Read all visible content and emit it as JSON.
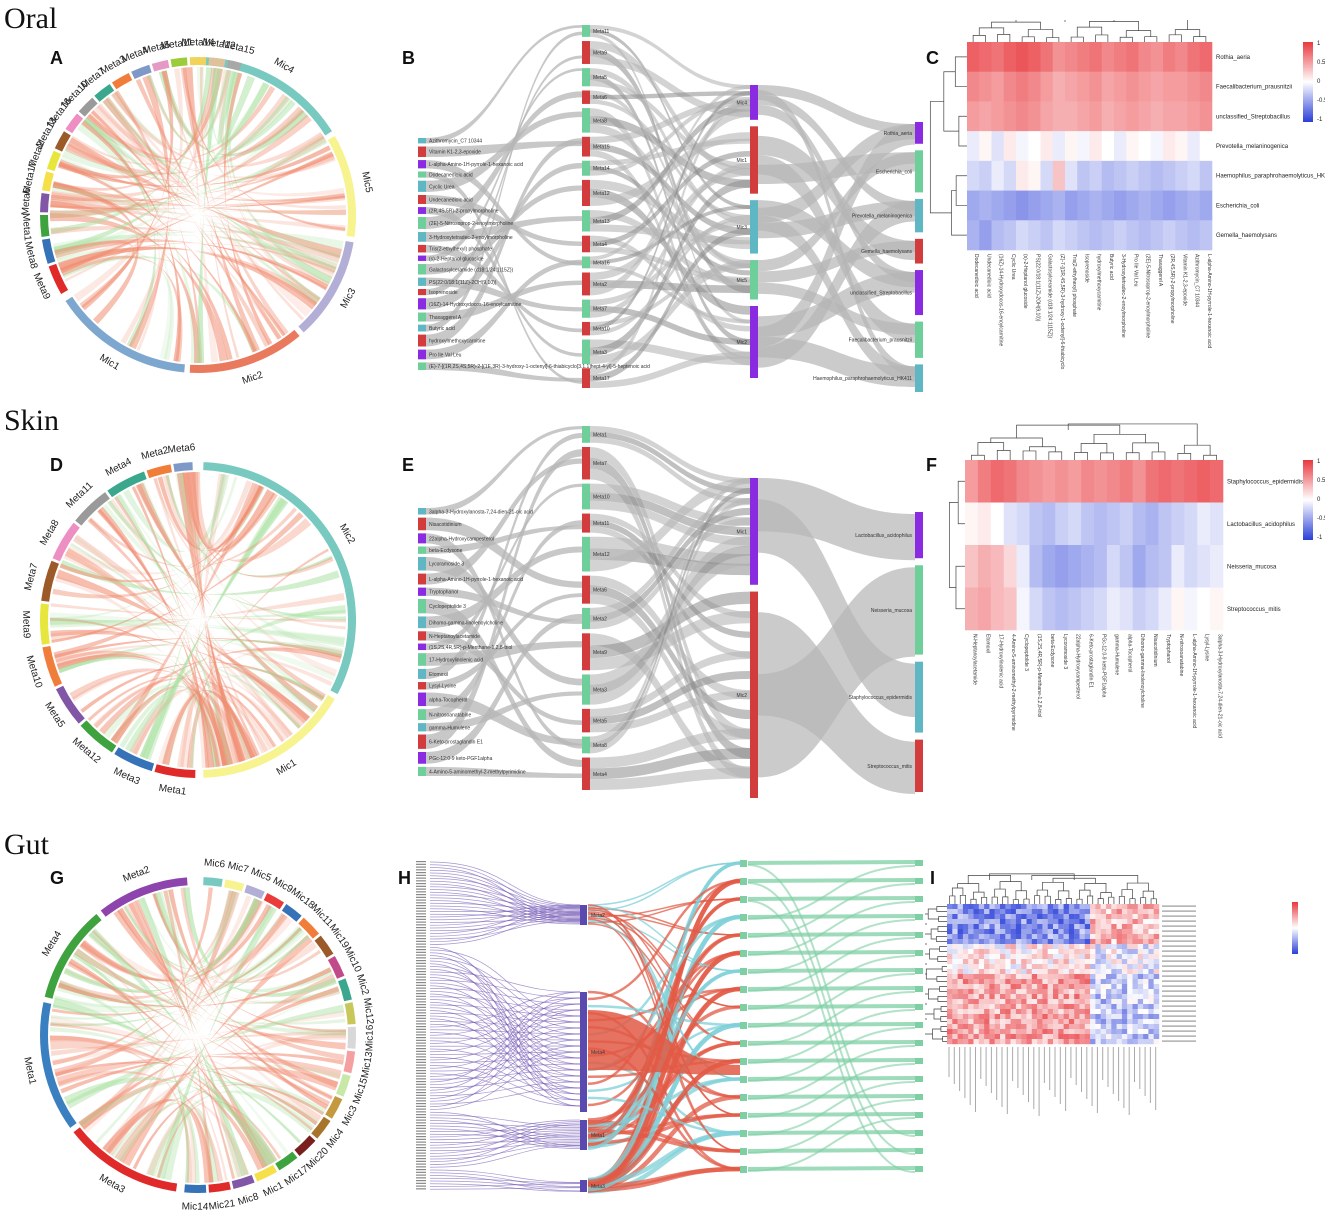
{
  "sections": {
    "oral": "Oral",
    "skin": "Skin",
    "gut": "Gut"
  },
  "panel_letters": [
    "A",
    "B",
    "C",
    "D",
    "E",
    "F",
    "G",
    "H",
    "I"
  ],
  "colors": {
    "link_positive": "#f08a6e",
    "link_negative": "#a8e0a0",
    "sankey_gray": "#b5b5b5",
    "heat_high": "#e8383d",
    "heat_low": "#2a3fd8",
    "node_teal": "#5fb7c4",
    "node_green": "#6fcf9a",
    "node_purple": "#8a2be2",
    "node_red": "#d33c3c"
  },
  "chord_A": {
    "segments": [
      {
        "label": "Mic4",
        "color": "#78c9bf",
        "start": 2,
        "end": 58
      },
      {
        "label": "Mic5",
        "color": "#f7f38e",
        "start": 60,
        "end": 98
      },
      {
        "label": "Mic3",
        "color": "#b3aed6",
        "start": 100,
        "end": 138
      },
      {
        "label": "Mic2",
        "color": "#ea7a5e",
        "start": 140,
        "end": 183
      },
      {
        "label": "Mic1",
        "color": "#7ea7cf",
        "start": 185,
        "end": 237
      },
      {
        "label": "Meta9",
        "color": "#e02a2a",
        "start": 240,
        "end": 251
      },
      {
        "label": "Meta8",
        "color": "#3672b8",
        "start": 252,
        "end": 261
      },
      {
        "label": "Meta1",
        "color": "#3ea23e",
        "start": 262,
        "end": 270
      },
      {
        "label": "Meta6",
        "color": "#8156a6",
        "start": 271,
        "end": 278
      },
      {
        "label": "Meta17",
        "color": "#f6e04a",
        "start": 279,
        "end": 286
      },
      {
        "label": "Meta2",
        "color": "#e6e63c",
        "start": 287,
        "end": 294
      },
      {
        "label": "Meta13",
        "color": "#9c5a28",
        "start": 295,
        "end": 302
      },
      {
        "label": "Meta16",
        "color": "#ee8fc3",
        "start": 303,
        "end": 310
      },
      {
        "label": "Meta10",
        "color": "#9a9a9a",
        "start": 311,
        "end": 318
      },
      {
        "label": "Meta7",
        "color": "#3ba88d",
        "start": 319,
        "end": 326
      },
      {
        "label": "Meta3",
        "color": "#f07e3a",
        "start": 327,
        "end": 334
      },
      {
        "label": "Meta4",
        "color": "#7e98c8",
        "start": 335,
        "end": 342
      },
      {
        "label": "Meta5",
        "color": "#e49ac4",
        "start": 343,
        "end": 349
      },
      {
        "label": "Meta11",
        "color": "#9ccc3c",
        "start": 350,
        "end": 356
      },
      {
        "label": "Meta14",
        "color": "#f2d35a",
        "start": 357,
        "end": 363
      },
      {
        "label": "Meta12",
        "color": "#dfc29a",
        "start": 364,
        "end": 370
      },
      {
        "label": "Meta15",
        "color": "#a8a8a8",
        "start": 371,
        "end": 376
      }
    ]
  },
  "chord_D": {
    "segments": [
      {
        "label": "Mic2",
        "color": "#78c9bf",
        "start": 2,
        "end": 118
      },
      {
        "label": "Mic1",
        "color": "#f7f38e",
        "start": 120,
        "end": 178
      },
      {
        "label": "Meta1",
        "color": "#e02a2a",
        "start": 181,
        "end": 196
      },
      {
        "label": "Meta3",
        "color": "#3672b8",
        "start": 197,
        "end": 212
      },
      {
        "label": "Meta12",
        "color": "#3ea23e",
        "start": 213,
        "end": 228
      },
      {
        "label": "Meta5",
        "color": "#8156a6",
        "start": 229,
        "end": 244
      },
      {
        "label": "Meta10",
        "color": "#f07e3a",
        "start": 245,
        "end": 260
      },
      {
        "label": "Meta9",
        "color": "#e6e63c",
        "start": 261,
        "end": 276
      },
      {
        "label": "Meta7",
        "color": "#9c5a28",
        "start": 277,
        "end": 292
      },
      {
        "label": "Meta8",
        "color": "#ee8fc3",
        "start": 293,
        "end": 308
      },
      {
        "label": "Meta11",
        "color": "#9a9a9a",
        "start": 309,
        "end": 324
      },
      {
        "label": "Meta4",
        "color": "#3ba88d",
        "start": 325,
        "end": 340
      },
      {
        "label": "Meta2",
        "color": "#f07e3a",
        "start": 341,
        "end": 350
      },
      {
        "label": "Meta6",
        "color": "#7e98c8",
        "start": 351,
        "end": 358
      }
    ]
  },
  "chord_G": {
    "segments": [
      {
        "label": "Mic6",
        "color": "#78c9bf",
        "start": 2,
        "end": 9
      },
      {
        "label": "Mic7",
        "color": "#f7f38e",
        "start": 10,
        "end": 17
      },
      {
        "label": "Mic5",
        "color": "#b3aed6",
        "start": 18,
        "end": 25
      },
      {
        "label": "Mic9",
        "color": "#ea3a3a",
        "start": 26,
        "end": 33
      },
      {
        "label": "Mic18",
        "color": "#3672b8",
        "start": 34,
        "end": 41
      },
      {
        "label": "Mic11",
        "color": "#f07e3a",
        "start": 42,
        "end": 50
      },
      {
        "label": "Mic19",
        "color": "#9c5a28",
        "start": 51,
        "end": 59
      },
      {
        "label": "Mic10",
        "color": "#c04a8a",
        "start": 60,
        "end": 68
      },
      {
        "label": "Mic2",
        "color": "#3ba88d",
        "start": 69,
        "end": 77
      },
      {
        "label": "Mic12",
        "color": "#c8c85a",
        "start": 78,
        "end": 86
      },
      {
        "label": "Mic16",
        "color": "#d8d8d8",
        "start": 87,
        "end": 95
      },
      {
        "label": "Mic13",
        "color": "#f4a0a0",
        "start": 96,
        "end": 104
      },
      {
        "label": "Mic15",
        "color": "#c8e8a8",
        "start": 105,
        "end": 113
      },
      {
        "label": "Mic3",
        "color": "#c49a40",
        "start": 114,
        "end": 122
      },
      {
        "label": "Mic4",
        "color": "#a8742c",
        "start": 123,
        "end": 131
      },
      {
        "label": "Mic20",
        "color": "#7a1e1e",
        "start": 132,
        "end": 140
      },
      {
        "label": "Mic17",
        "color": "#3ea23e",
        "start": 141,
        "end": 149
      },
      {
        "label": "Mic1",
        "color": "#f6e04a",
        "start": 150,
        "end": 158
      },
      {
        "label": "Mic8",
        "color": "#8156a6",
        "start": 159,
        "end": 167
      },
      {
        "label": "Mic21",
        "color": "#e02a2a",
        "start": 168,
        "end": 176
      },
      {
        "label": "Mic14",
        "color": "#3672b8",
        "start": 177,
        "end": 185
      },
      {
        "label": "Meta3",
        "color": "#e02a2a",
        "start": 188,
        "end": 232
      },
      {
        "label": "Meta1",
        "color": "#3a80c0",
        "start": 234,
        "end": 282
      },
      {
        "label": "Meta4",
        "color": "#3ea23e",
        "start": 284,
        "end": 320
      },
      {
        "label": "Meta2",
        "color": "#8e44ad",
        "start": 322,
        "end": 356
      }
    ]
  },
  "sankey_B": {
    "left_labels": [
      "Azithromycin_C7 10344",
      "Vitamin K1-2,3-epoxide",
      "L-alpha-Amino-1H-pyrrole-1-hexanoic acid",
      "Dodecanedioic acid",
      "Cyclic Urea",
      "Undecanedioic acid",
      "(2R,4S,5R)-2-propylmorpholine",
      "(2E)-5-Nitrosoprop-2-enoylmorpholine",
      "3-Hydroxytetradec-2-enoylmorpholine",
      "Tris(2-ethylhexyl) phosphate",
      "(s)-2-Heptanol glucoside",
      "Galactosylceramide (d18:1/24:1(15Z))",
      "PS(22:0/18:1(11Z)-2OH(9,10))",
      "Isoprenoside",
      "(16Z)-14-Hydroxydocos-16-enoylcarnitine",
      "Thaxaggerel A",
      "Butyric acid",
      "hydroxylmethoxycarnitine",
      "Pro Ile Val Leu",
      "(E)-7-[(1R,2S,4S,5R)-2-[(1E,3R)-3-hydroxy-1-octenyl]-6-thiabicyclo[3.1.1]hept-4-yl]-5-heptenoic acid"
    ],
    "mid_labels": [
      "Meta11",
      "Meta9",
      "Meta5",
      "Meta6",
      "Meta8",
      "Meta15",
      "Meta14",
      "Meta12",
      "Meta13",
      "Meta4",
      "Meta16",
      "Meta2",
      "Meta7",
      "Meta10",
      "Meta3",
      "Meta17"
    ],
    "mic_labels": [
      "Mic4",
      "Mic1",
      "Mic3",
      "Mic5",
      "Mic2"
    ],
    "right_labels": [
      "Rothia_aeria",
      "Escherichia_coli",
      "Prevotella_melaninogenica",
      "Gemella_haemolysans",
      "unclassified_Streptobacillus",
      "Faecalibacterium_prausnitzii",
      "Haemophilus_paraphrohaemolyticus_HK411"
    ]
  },
  "sankey_E": {
    "left_labels": [
      "3alpha-3-Hydroxylanosta-7,24-dien-21-oic acid",
      "Nisacotidinium",
      "22alpha-Hydroxycampesterol",
      "beta-Ecdysone",
      "Lycoramoside 3",
      "L-alpha-Amino-1H-pyrrole-1-hexanoic acid",
      "Tryptophanol",
      "Cyclopeptolide 3",
      "Dihomo-gamma-linolenoylcholine",
      "N-Heptanoylacetamide",
      "(1S,2S,4R,5R)-p-Menthane-1,2,8-triol",
      "17-Hydroxylinolenic acid",
      "Etomoxil",
      "Lysyl-Lysine",
      "alpha-Tocopherol",
      "N-nitrosoanatabine",
      "gamma-Humulene",
      "6-Keto-prostaglandin E1",
      "PGc-12:0-9 keto-PGF1alpha",
      "4-Amino-5-aminomethyl-2-methylpyrimidine"
    ],
    "mid_labels": [
      "Meta1",
      "Meta7",
      "Meta10",
      "Meta11",
      "Meta12",
      "Meta6",
      "Meta2",
      "Meta9",
      "Meta3",
      "Meta5",
      "Meta8",
      "Meta4"
    ],
    "mic_labels": [
      "Mic1",
      "Mic2"
    ],
    "right_labels": [
      "Lactobacillus_acidophilus",
      "Neisseria_mucosa",
      "Staphylococcus_epidermidis",
      "Streptococcus_mitis"
    ]
  },
  "heatmap_C": {
    "rows": [
      "Rothia_aeria",
      "Faecalibacterium_prausnitzii",
      "unclassified_Streptobacillus",
      "Prevotella_melaninogenica",
      "Haemophilus_paraphrohaemolyticus_HK411",
      "Escherichia_coli",
      "Gemella_haemolysans"
    ],
    "cols": [
      "Dodecanedioic acid",
      "Undecanedioic acid",
      "(16Z)-14-Hydroxydocos-16-enoylcarnitine",
      "Cyclic Urea",
      "(s)-2-Heptanol glucoside",
      "PS(22:0/18:1(11Z)-2OH(9,10))",
      "Galactosylceramide (d18:1/24:1(15Z))",
      "(Z)-7-[(1R,4S,5R)-3-hydroxy-1-octenyl]-6-thiabicyclo",
      "Tris(2-ethylhexyl) phosphate",
      "Isoprenoside",
      "hydroxylmethoxycarnitine",
      "Butyric acid",
      "3-Hydroxytetradec-2-enoylmorpholine",
      "Pro Ile Val Leu",
      "(2E)-5-Nitrosoprop-2-enoylmorpholine",
      "Thaxaggerel A",
      "(2R,4S,5R)-2-propylmorpholine",
      "Vitamin K1-2,3-epoxide",
      "Azithromycin_C7 10344",
      "L-alpha-Amino-1H-pyrrole-1-hexanoic acid"
    ],
    "values": [
      [
        0.8,
        0.75,
        0.7,
        0.8,
        0.85,
        0.8,
        0.7,
        0.55,
        0.6,
        0.65,
        0.7,
        0.6,
        0.65,
        0.7,
        0.6,
        0.55,
        0.65,
        0.6,
        0.7,
        0.75
      ],
      [
        0.6,
        0.55,
        0.5,
        0.6,
        0.65,
        0.6,
        0.5,
        0.4,
        0.45,
        0.5,
        0.55,
        0.45,
        0.5,
        0.55,
        0.5,
        0.45,
        0.5,
        0.5,
        0.55,
        0.6
      ],
      [
        0.5,
        0.45,
        0.5,
        0.55,
        0.6,
        0.55,
        0.45,
        0.4,
        0.4,
        0.45,
        0.5,
        0.4,
        0.45,
        0.5,
        0.45,
        0.4,
        0.45,
        0.45,
        0.5,
        0.55
      ],
      [
        -0.1,
        0.05,
        -0.15,
        0.1,
        -0.05,
        0.0,
        0.1,
        -0.1,
        0.05,
        -0.05,
        0.1,
        0.0,
        -0.1,
        0.05,
        0.0,
        -0.05,
        0.1,
        0.05,
        -0.1,
        0.0
      ],
      [
        -0.2,
        -0.25,
        -0.1,
        -0.2,
        0.1,
        0.05,
        -0.2,
        0.3,
        -0.15,
        -0.3,
        -0.25,
        -0.35,
        -0.3,
        -0.25,
        -0.3,
        -0.35,
        -0.3,
        -0.25,
        -0.2,
        -0.3
      ],
      [
        -0.45,
        -0.4,
        -0.45,
        -0.5,
        -0.55,
        -0.5,
        -0.45,
        -0.4,
        -0.5,
        -0.45,
        -0.4,
        -0.45,
        -0.5,
        -0.45,
        -0.4,
        -0.45,
        -0.5,
        -0.45,
        -0.4,
        -0.45
      ],
      [
        -0.4,
        -0.5,
        -0.35,
        -0.3,
        -0.2,
        -0.25,
        -0.3,
        -0.2,
        -0.25,
        -0.3,
        -0.35,
        -0.3,
        -0.25,
        -0.3,
        -0.35,
        -0.3,
        -0.25,
        -0.3,
        -0.35,
        -0.3
      ]
    ],
    "legend_ticks": [
      "1",
      "0.5",
      "0",
      "-0.5",
      "-1"
    ]
  },
  "heatmap_F": {
    "rows": [
      "Staphylococcus_epidermidis",
      "Lactobacillus_acidophilus",
      "Neisseria_mucosa",
      "Streptococcus_mitis"
    ],
    "cols": [
      "N-Heptanoylacetamide",
      "Etomoxil",
      "17-Hydroxylinolenic acid",
      "4-Amino-5-aminomethyl-2-methylpyrimidine",
      "Cyclopeptolide 3",
      "(1S,2S,4R,5R)-p-Menthane-1,2,8-triol",
      "beta-Ecdysone",
      "Lycoramoside 3",
      "22alpha-Hydroxycampesterol",
      "6-Keto-prostaglandin E1",
      "PGc-12:0-9 keto-PGF1alpha",
      "gamma-Humulene",
      "alpha-Tocopherol",
      "Dihomo-gamma-linolenoylcholine",
      "Nisacotidinium",
      "Tryptophanol",
      "N-nitrosoanatabine",
      "L-alpha-Amino-1H-pyrrole-1-hexanoic acid",
      "Lysyl-Lysine",
      "3alpha-3-Hydroxylanosta-7,24-dien-21-oic acid"
    ],
    "values": [
      [
        0.5,
        0.65,
        0.75,
        0.7,
        0.6,
        0.55,
        0.5,
        0.55,
        0.5,
        0.6,
        0.55,
        0.6,
        0.65,
        0.55,
        0.7,
        0.75,
        0.7,
        0.75,
        0.8,
        0.75
      ],
      [
        0.05,
        0.1,
        0.0,
        -0.15,
        -0.2,
        -0.3,
        -0.35,
        -0.25,
        -0.2,
        -0.3,
        -0.35,
        -0.3,
        -0.25,
        -0.35,
        -0.4,
        -0.3,
        -0.25,
        -0.2,
        -0.1,
        -0.15
      ],
      [
        0.3,
        0.4,
        0.35,
        0.2,
        -0.1,
        -0.35,
        -0.45,
        -0.5,
        -0.45,
        -0.4,
        -0.35,
        -0.2,
        -0.3,
        -0.45,
        -0.35,
        -0.3,
        -0.1,
        -0.2,
        -0.15,
        -0.1
      ],
      [
        0.4,
        0.45,
        0.35,
        0.3,
        -0.05,
        -0.2,
        -0.3,
        -0.35,
        -0.3,
        -0.25,
        -0.2,
        -0.1,
        -0.15,
        -0.25,
        -0.2,
        -0.1,
        0.05,
        -0.05,
        0.0,
        0.05
      ]
    ],
    "legend_ticks": [
      "1",
      "0.5",
      "0",
      "-0.5",
      "-1"
    ]
  },
  "sankey_H": {
    "mid_labels": [
      "Meta2",
      "Meta4",
      "Meta1",
      "Meta3"
    ]
  }
}
